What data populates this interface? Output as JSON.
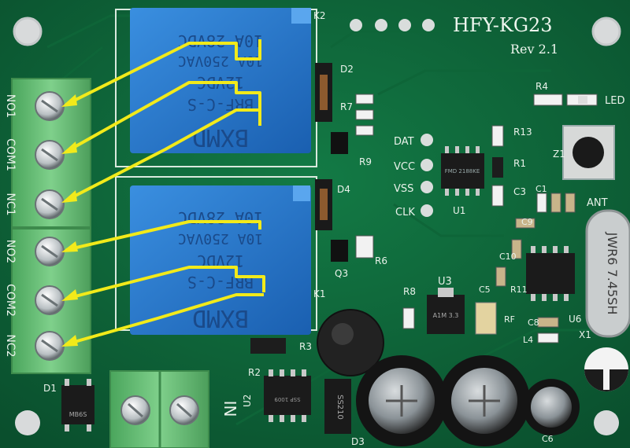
{
  "board": {
    "model": "HFY-KG23",
    "revision": "Rev 2.1"
  },
  "terminals": {
    "left": [
      "NO1",
      "COM1",
      "NC1",
      "NO2",
      "COM2",
      "NC2"
    ],
    "power": "IN"
  },
  "relays": [
    {
      "id": "K2",
      "lines": [
        "10A 28VDC",
        "10A 250VAC",
        "12VDC",
        "BRF-C-S",
        "BXMD"
      ]
    },
    {
      "id": "K1",
      "lines": [
        "10A 28VDC",
        "10A 250VAC",
        "12VDC",
        "BRF-C-S",
        "BXMD"
      ]
    }
  ],
  "pins": [
    "DAT",
    "VCC",
    "VSS",
    "CLK"
  ],
  "designators": {
    "D1": "D1",
    "D2": "D2",
    "D3": "D3",
    "D4": "D4",
    "Q3": "Q3",
    "R2": "R2",
    "R3": "R3",
    "R4": "R4",
    "R6": "R6",
    "R7": "R7",
    "R8": "R8",
    "R9": "R9",
    "R1": "R1",
    "R11": "R11",
    "R13": "R13",
    "C1": "C1",
    "C3": "C3",
    "C5": "C5",
    "C6": "C6",
    "C8": "C8",
    "C9": "C9",
    "C10": "C10",
    "L4": "L4",
    "U1": "U1",
    "U2": "U2",
    "U3": "U3",
    "U6": "U6",
    "Z1": "Z1",
    "RF": "RF",
    "ANT": "ANT",
    "LED": "LED",
    "X1": "X1",
    "K1": "K1",
    "K2": "K2"
  },
  "chip_marks": {
    "u1": "FMD 2188KE",
    "u2": "SSP 1009",
    "u3": "A1M 3.3",
    "d3": "SS210",
    "d1": "MB6S",
    "crystal": "JWR6 7.45SH"
  },
  "colors": {
    "pcb": "#0b4a2c",
    "relay": "#1e6fc2",
    "terminal": "#6dbf7a",
    "annotation": "#f2ea1a"
  }
}
